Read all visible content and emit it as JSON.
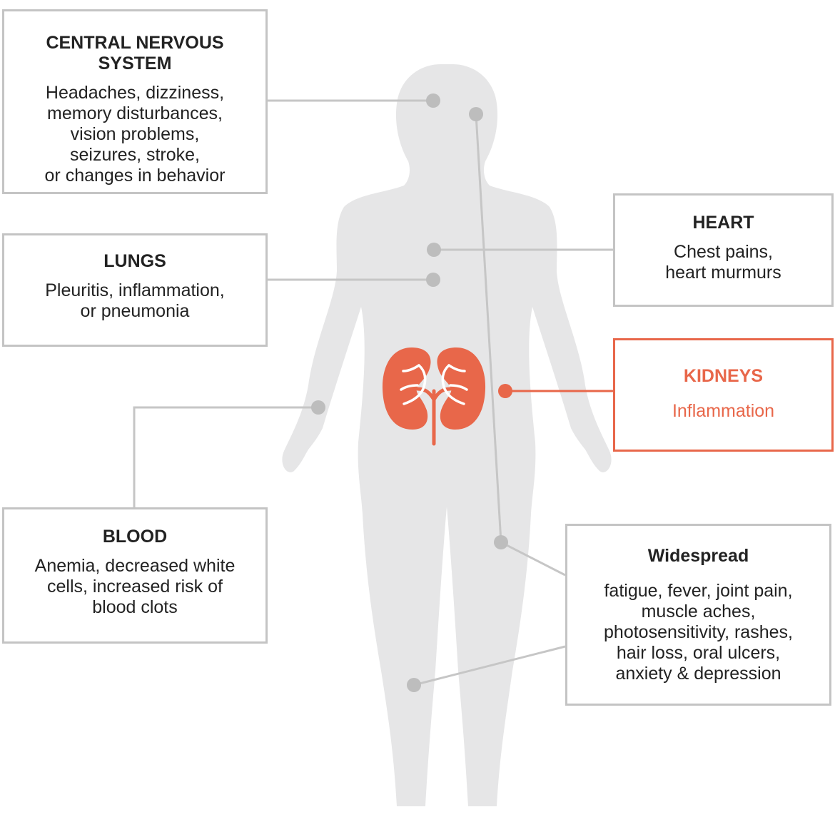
{
  "colors": {
    "body_silhouette": "#e6e6e7",
    "connector": "#c6c6c6",
    "dot": "#bdbdbd",
    "box_border": "#c4c4c4",
    "accent": "#e8674a",
    "text": "#333333"
  },
  "boxes": {
    "cns": {
      "title_lines": [
        "CENTRAL NERVOUS",
        "SYSTEM"
      ],
      "desc_lines": [
        "Headaches, dizziness,",
        "memory disturbances,",
        "vision problems,",
        "seizures, stroke,",
        "or changes in behavior"
      ]
    },
    "lungs": {
      "title": "LUNGS",
      "desc_lines": [
        "Pleuritis, inflammation,",
        "or pneumonia"
      ]
    },
    "heart": {
      "title": "HEART",
      "desc_lines": [
        "Chest pains,",
        "heart murmurs"
      ]
    },
    "kidneys": {
      "title": "KIDNEYS",
      "desc_lines": [
        "Inflammation"
      ],
      "highlighted": true
    },
    "blood": {
      "title": "BLOOD",
      "desc_lines": [
        "Anemia, decreased white",
        "cells, increased risk of",
        "blood clots"
      ]
    },
    "widespread": {
      "title": "Widespread",
      "desc_lines": [
        "fatigue, fever, joint pain,",
        "muscle aches,",
        "photosensitivity, rashes,",
        "hair loss, oral ulcers,",
        "anxiety & depression"
      ]
    }
  }
}
